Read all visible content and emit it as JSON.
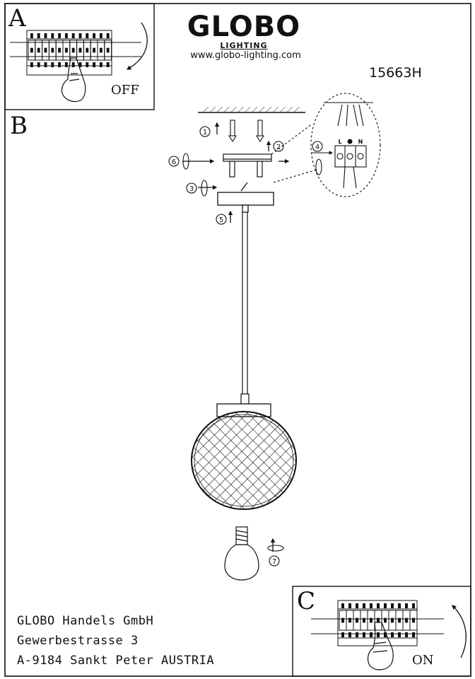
{
  "header": {
    "brand": "GLOBO",
    "brand_sub": "LIGHTING",
    "url": "www.globo-lighting.com",
    "model_number": "15663H"
  },
  "panels": {
    "a": {
      "letter": "A",
      "switch_state": "OFF"
    },
    "b": {
      "letter": "B"
    },
    "c": {
      "letter": "C",
      "switch_state": "ON"
    }
  },
  "steps": [
    "1",
    "2",
    "3",
    "4",
    "5",
    "6",
    "7"
  ],
  "terminal_labels": [
    "L",
    "N"
  ],
  "address": {
    "line1": "GLOBO Handels GmbH",
    "line2": "Gewerbestrasse 3",
    "line3": "A-9184 Sankt Peter AUSTRIA"
  }
}
